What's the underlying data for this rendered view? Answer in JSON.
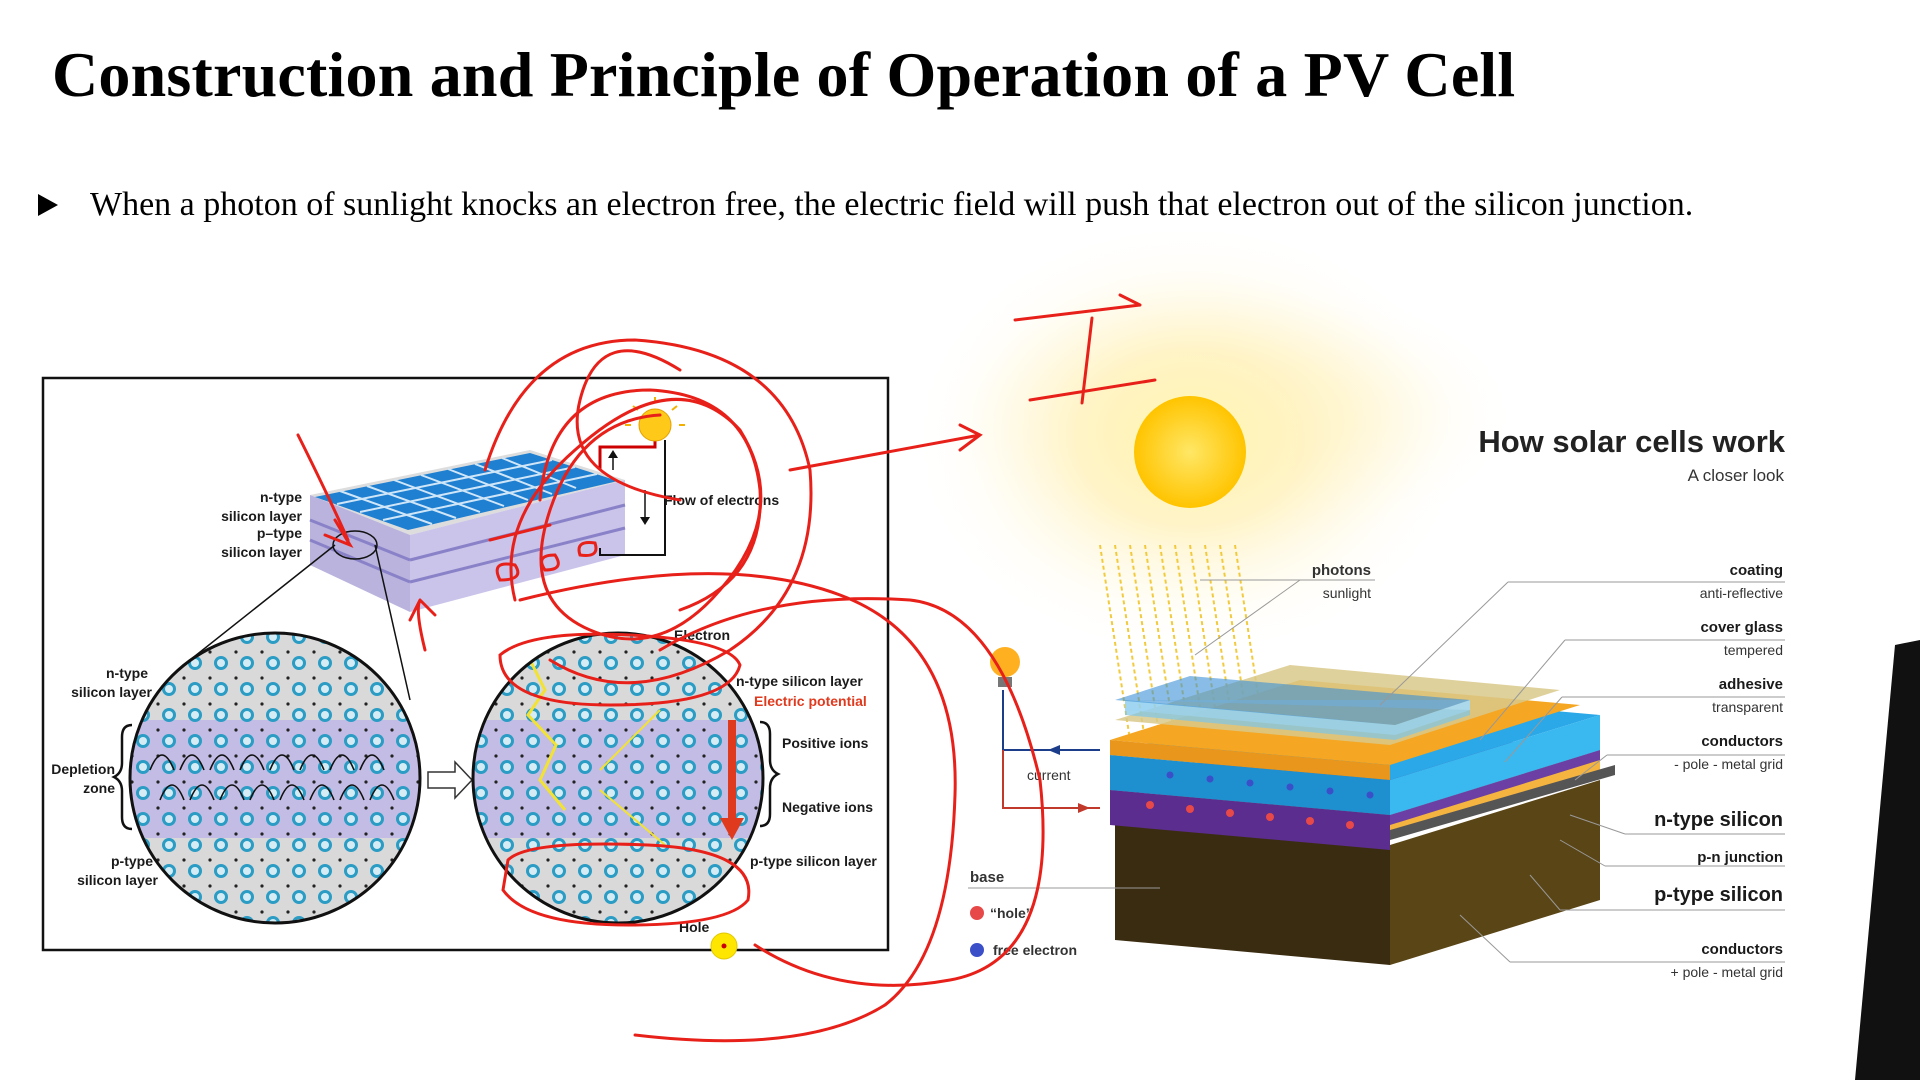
{
  "slide": {
    "title": "Construction and Principle of Operation of a PV Cell",
    "bullet": "When a photon of sunlight knocks an electron free, the electric field will push that electron out of the silicon junction."
  },
  "left_diagram": {
    "panel_n_type": "n-type",
    "panel_silicon_layer_1": "silicon layer",
    "panel_p_type": "p–type",
    "panel_silicon_layer_2": "silicon layer",
    "flow_of_electrons": "Flow of electrons",
    "circle_n_type": "n-type",
    "circle_n_silicon_layer": "silicon layer",
    "depletion": "Depletion",
    "zone": "zone",
    "circle_p_type": "p-type",
    "circle_p_silicon_layer": "silicon layer",
    "electron": "Electron",
    "n_type_silicon_layer": "n-type silicon layer",
    "electric_potential": "Electric potential",
    "positive_ions": "Positive ions",
    "negative_ions": "Negative ions",
    "p_type_silicon_layer": "p-type silicon layer",
    "hole": "Hole",
    "colors": {
      "electric_potential": "#e03a1e",
      "panel_cell": "#1f7fd0",
      "annotation": "#e8201a"
    }
  },
  "right_diagram": {
    "title": "How solar cells work",
    "subtitle": "A closer look",
    "photons": "photons",
    "sunlight": "sunlight",
    "current": "current",
    "base": "base",
    "hole_legend": "“hole”",
    "free_electron_legend": "free electron",
    "labels": [
      {
        "name": "coating",
        "detail": "anti-reflective"
      },
      {
        "name": "cover glass",
        "detail": "tempered"
      },
      {
        "name": "adhesive",
        "detail": "transparent"
      },
      {
        "name": "conductors",
        "detail": "- pole - metal grid"
      },
      {
        "name": "n-type silicon",
        "detail": ""
      },
      {
        "name": "p-n junction",
        "detail": ""
      },
      {
        "name": "p-type silicon",
        "detail": ""
      },
      {
        "name": "conductors",
        "detail": "+ pole - metal grid"
      }
    ],
    "colors": {
      "sun": "#ffd21f",
      "n_type": "#2aa8e8",
      "p_type": "#5b2d8e",
      "conductor": "#f5a623",
      "base": "#4a3a1a"
    }
  },
  "annotation_letter": "I"
}
